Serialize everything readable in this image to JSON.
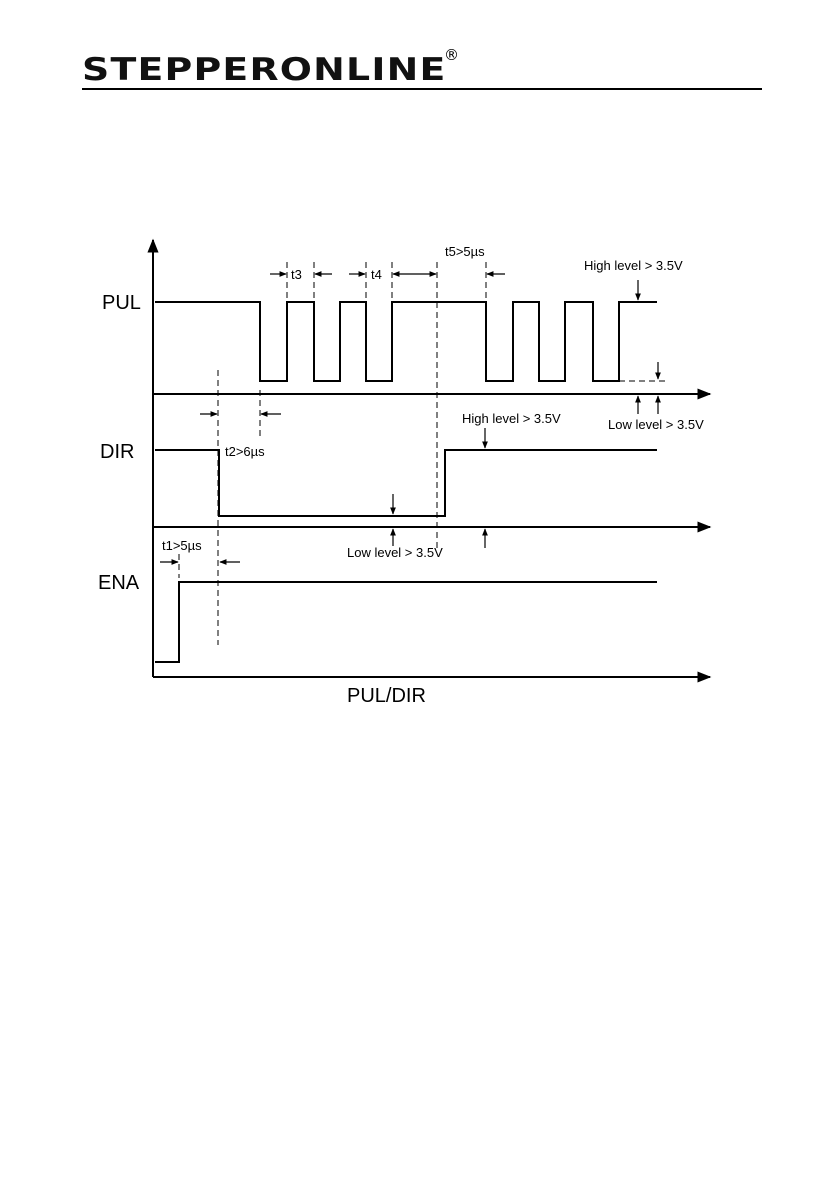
{
  "header": {
    "brand": "STEPPERONLINE",
    "registered_mark": "®"
  },
  "diagram": {
    "signals": {
      "pul": "PUL",
      "dir": "DIR",
      "ena": "ENA"
    },
    "x_axis_label": "PUL/DIR",
    "timings": {
      "t1": "t1>5µs",
      "t2": "t2>6µs",
      "t3": "t3",
      "t4": "t4",
      "t5": "t5>5µs"
    },
    "levels": {
      "pul_high": "High level > 3.5V",
      "pul_low": "Low level > 3.5V",
      "dir_high": "High level > 3.5V",
      "dir_low": "Low level > 3.5V"
    }
  }
}
